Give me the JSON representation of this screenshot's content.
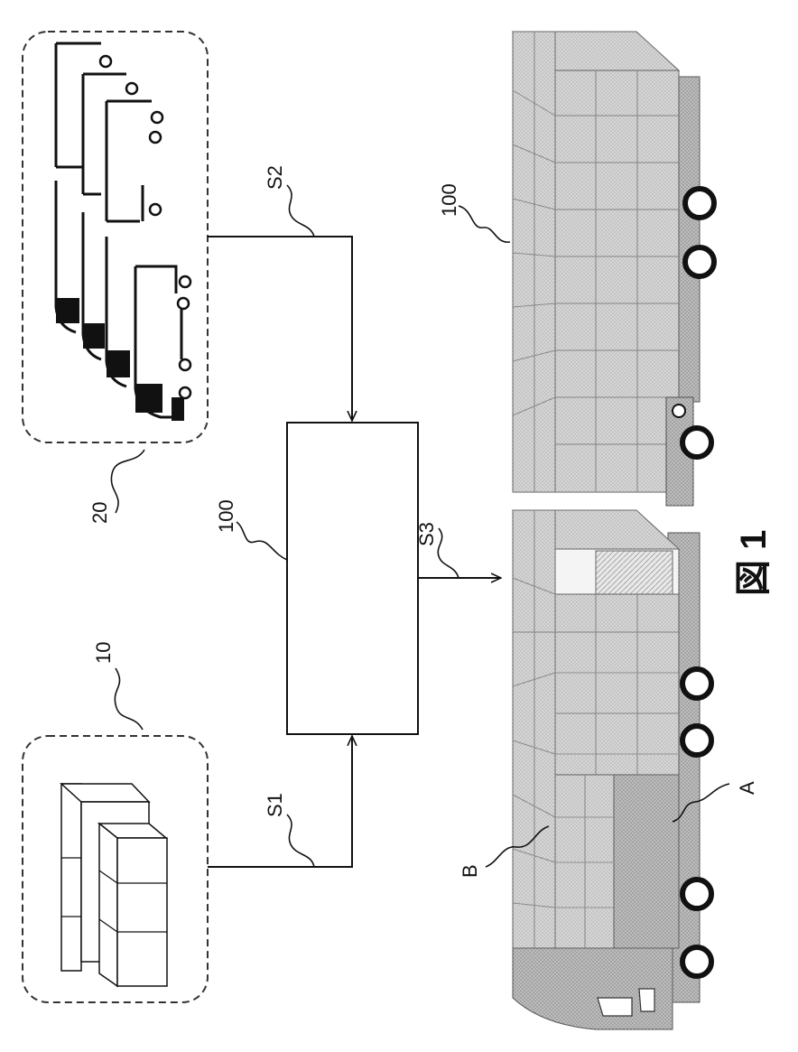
{
  "labels": {
    "cargo_group": "10",
    "vehicle_group": "20",
    "device": "100",
    "truck": "100",
    "signal_1": "S1",
    "signal_2": "S2",
    "signal_3": "S3",
    "region_a": "A",
    "region_b": "B",
    "figure_title": "図 1"
  },
  "colors": {
    "ink": "#111111",
    "dashed_border": "#333333",
    "stipple_fill": "#d2d2d2",
    "stipple_dark": "#b9b9b9",
    "grid_line": "#8a8a8a"
  },
  "icons": [
    "cargo-boxes-icon",
    "truck-fleet-icon",
    "loaded-truck-icon"
  ]
}
